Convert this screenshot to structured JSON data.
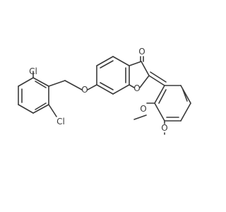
{
  "molecule": {
    "atoms": [
      {
        "id": "cl1",
        "label": "Cl",
        "name": "chlorine-atom-top"
      },
      {
        "id": "cl2",
        "label": "Cl",
        "name": "chlorine-atom-bottom"
      },
      {
        "id": "o_ether",
        "label": "O",
        "name": "ether-oxygen-atom"
      },
      {
        "id": "o_carbonyl",
        "label": "O",
        "name": "carbonyl-oxygen-atom"
      },
      {
        "id": "o_ring",
        "label": "O",
        "name": "furan-ring-oxygen-atom"
      },
      {
        "id": "o_ome1",
        "label": "O",
        "name": "methoxy-oxygen-atom-2"
      },
      {
        "id": "o_ome2",
        "label": "O",
        "name": "methoxy-oxygen-atom-3"
      }
    ]
  },
  "colors": {
    "bond": "#3a3a3a",
    "label": "#3a3a3a",
    "background": "#ffffff"
  }
}
